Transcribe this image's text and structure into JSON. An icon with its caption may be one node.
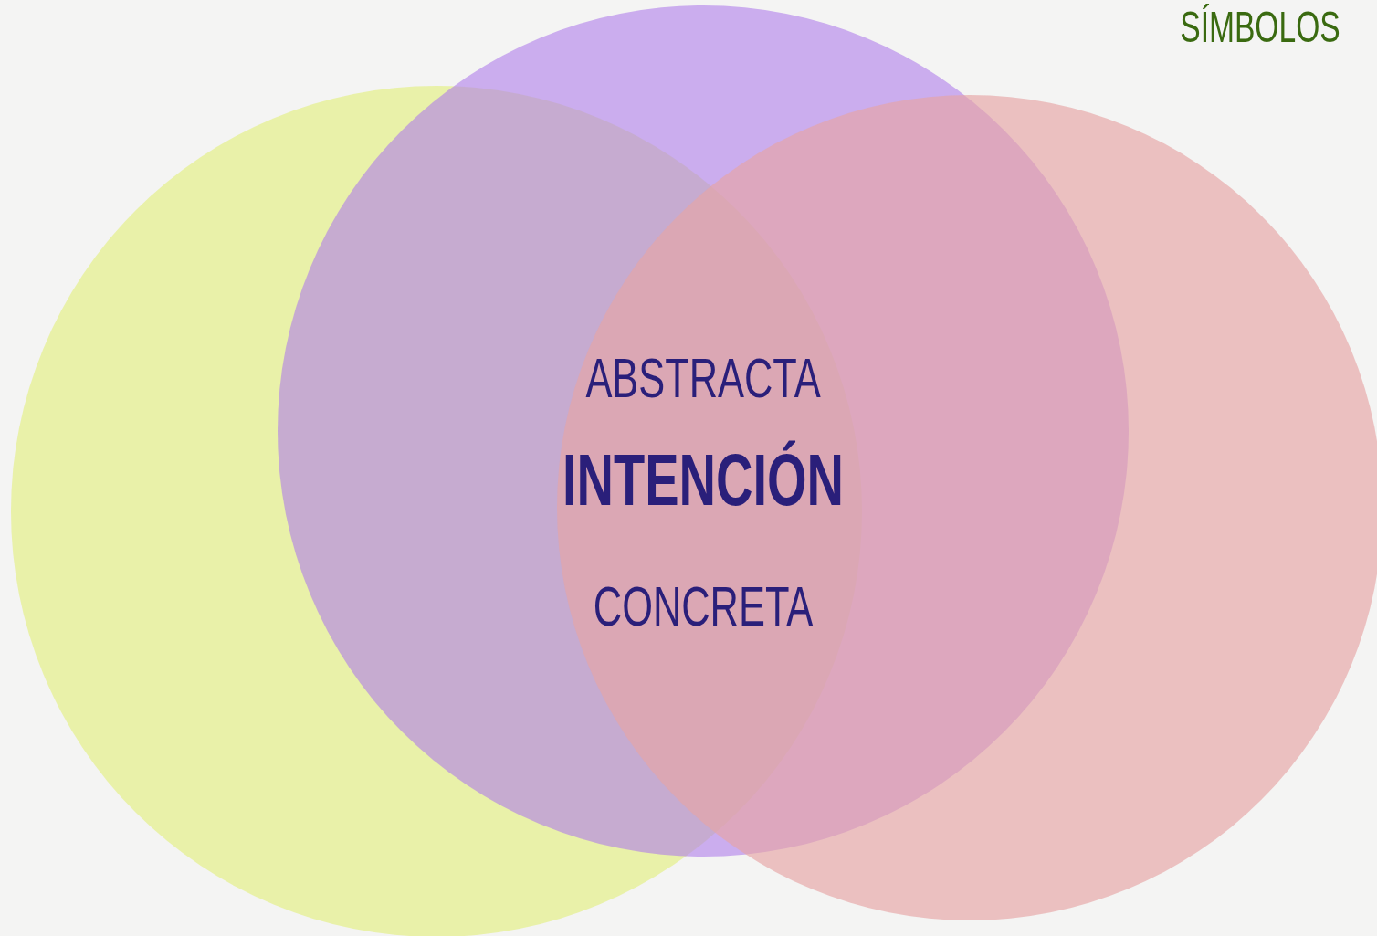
{
  "diagram": {
    "title": "SÍMBOLOS",
    "nodes": [
      {
        "text": [],
        "shape": "circle"
      },
      {
        "text": [],
        "shape": "circle"
      },
      {
        "text": [],
        "shape": "circle"
      }
    ],
    "edges": [],
    "labels": [
      "ABSTRACTA",
      "INTENCIÓN",
      "CONCRETA"
    ]
  }
}
